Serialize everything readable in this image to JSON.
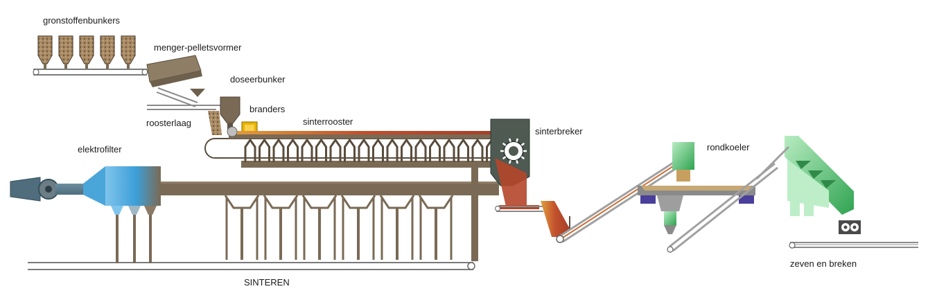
{
  "labels": {
    "grondstoffenbunkers": "gronstoffenbunkers",
    "menger": "menger-pelletsvormer",
    "doseerbunker": "doseerbunker",
    "branders": "branders",
    "roosterlaag": "roosterlaag",
    "sinterrooster": "sinterrooster",
    "sinterbreker": "sinterbreker",
    "rondkoeler": "rondkoeler",
    "elektrofilter": "elektrofilter",
    "zeven": "zeven en breken",
    "title": "SINTEREN"
  },
  "colors": {
    "brown": "#7a6a55",
    "brown_dark": "#5a4c3c",
    "filter_blue": "#4aa6d8",
    "breaker_grey": "#4e5a52",
    "rust": "#b5462a",
    "cooler_green": "#4cc06a",
    "cooler_purple": "#4a3f9a",
    "burner_yellow": "#e8b400",
    "belt_grey": "#9a9a9a"
  },
  "counts": {
    "bunkers": 5,
    "grate_teeth": 18,
    "hoppers": 6
  }
}
